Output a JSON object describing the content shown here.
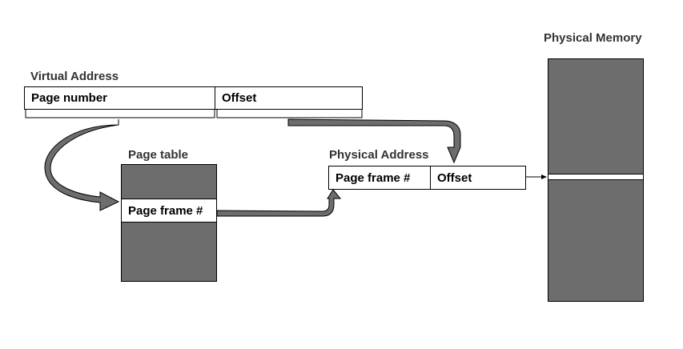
{
  "virtual_address": {
    "title": "Virtual Address",
    "page_number": "Page number",
    "offset": "Offset"
  },
  "page_table": {
    "title": "Page table",
    "entry": "Page frame #"
  },
  "physical_address": {
    "title": "Physical Address",
    "page_frame": "Page frame #",
    "offset": "Offset"
  },
  "physical_memory": {
    "title": "Physical Memory"
  },
  "colors": {
    "block_fill": "#6d6d6d",
    "arrow_fill": "#6d6d6d",
    "stroke": "#000000",
    "label_text": "#333333"
  }
}
